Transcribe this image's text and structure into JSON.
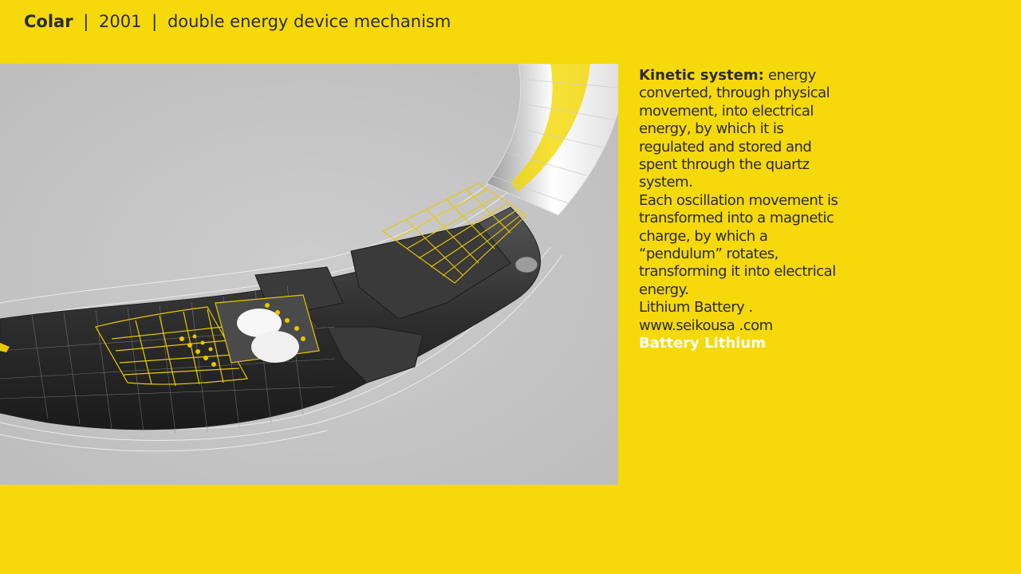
{
  "header": {
    "brand": "Colar",
    "separator": "|",
    "year": "2001",
    "subtitle": "double energy device mechanism"
  },
  "image": {
    "name": "kinetic-mechanism-render"
  },
  "description": {
    "lead_label": "Kinetic system:",
    "lead_text": "energy converted, through physical movement, into electrical energy, by which it is regulated and stored and spent through the quartz system.",
    "paragraph_2": "Each oscillation movement is transformed into a magnetic charge, by which a “pendulum” rotates, transforming it into electrical energy.",
    "line_3": "Lithium Battery .",
    "link": "www.seikousa .com",
    "highlight": "Battery Lithium"
  },
  "colors": {
    "background": "#f6d90a",
    "text": "#2b2b2b",
    "highlight": "#ffffff",
    "render_bg": "#c6c6c6",
    "wire_accent": "#e8c800"
  }
}
